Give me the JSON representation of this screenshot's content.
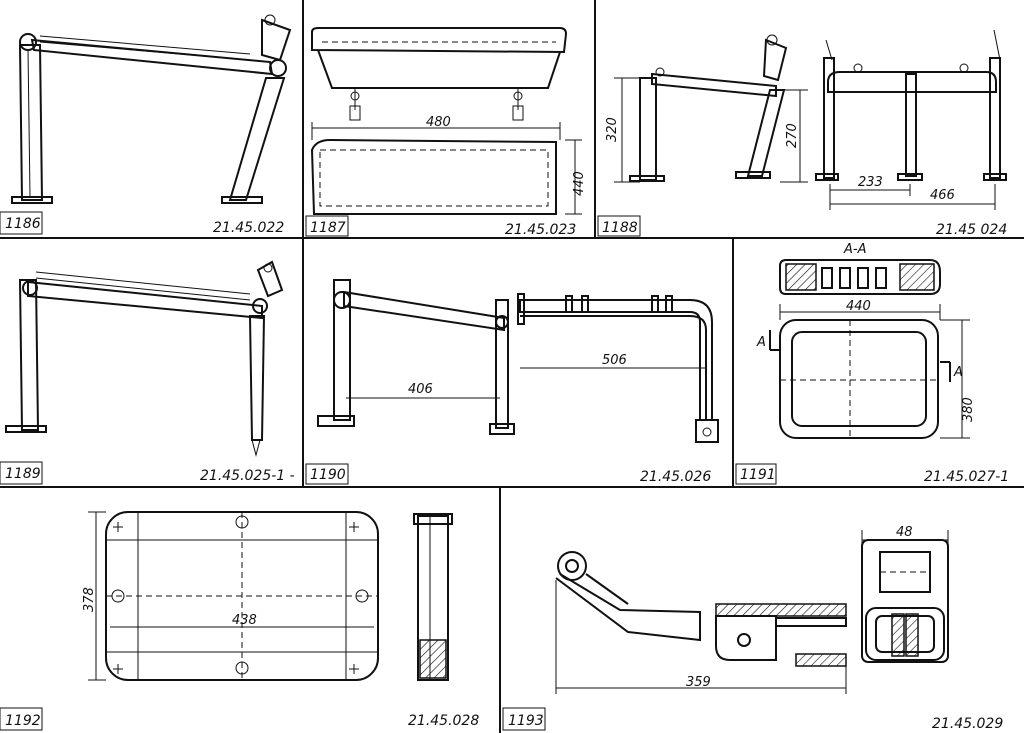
{
  "panels": [
    {
      "number": "1186",
      "code": "21.45.022"
    },
    {
      "number": "1187",
      "code": "21.45.023"
    },
    {
      "number": "1188",
      "code": "21.45 024"
    },
    {
      "number": "1189",
      "code": "21.45.025-1 -"
    },
    {
      "number": "1190",
      "code": "21.45.026"
    },
    {
      "number": "1191",
      "code": "21.45.027-1"
    },
    {
      "number": "1192",
      "code": "21.45.028"
    },
    {
      "number": "1193",
      "code": "21.45.029"
    }
  ],
  "dimensions": {
    "p1187_width": "480",
    "p1187_height": "440",
    "p1188_h1": "320",
    "p1188_h2": "270",
    "p1188_w1": "233",
    "p1188_w2": "466",
    "p1190_a": "406",
    "p1190_b": "506",
    "p1191_section": "A-A",
    "p1191_w": "440",
    "p1191_h": "380",
    "p1191_markA": "A",
    "p1192_h": "378",
    "p1192_w": "438",
    "p1193_w": "359",
    "p1193_side": "48"
  }
}
